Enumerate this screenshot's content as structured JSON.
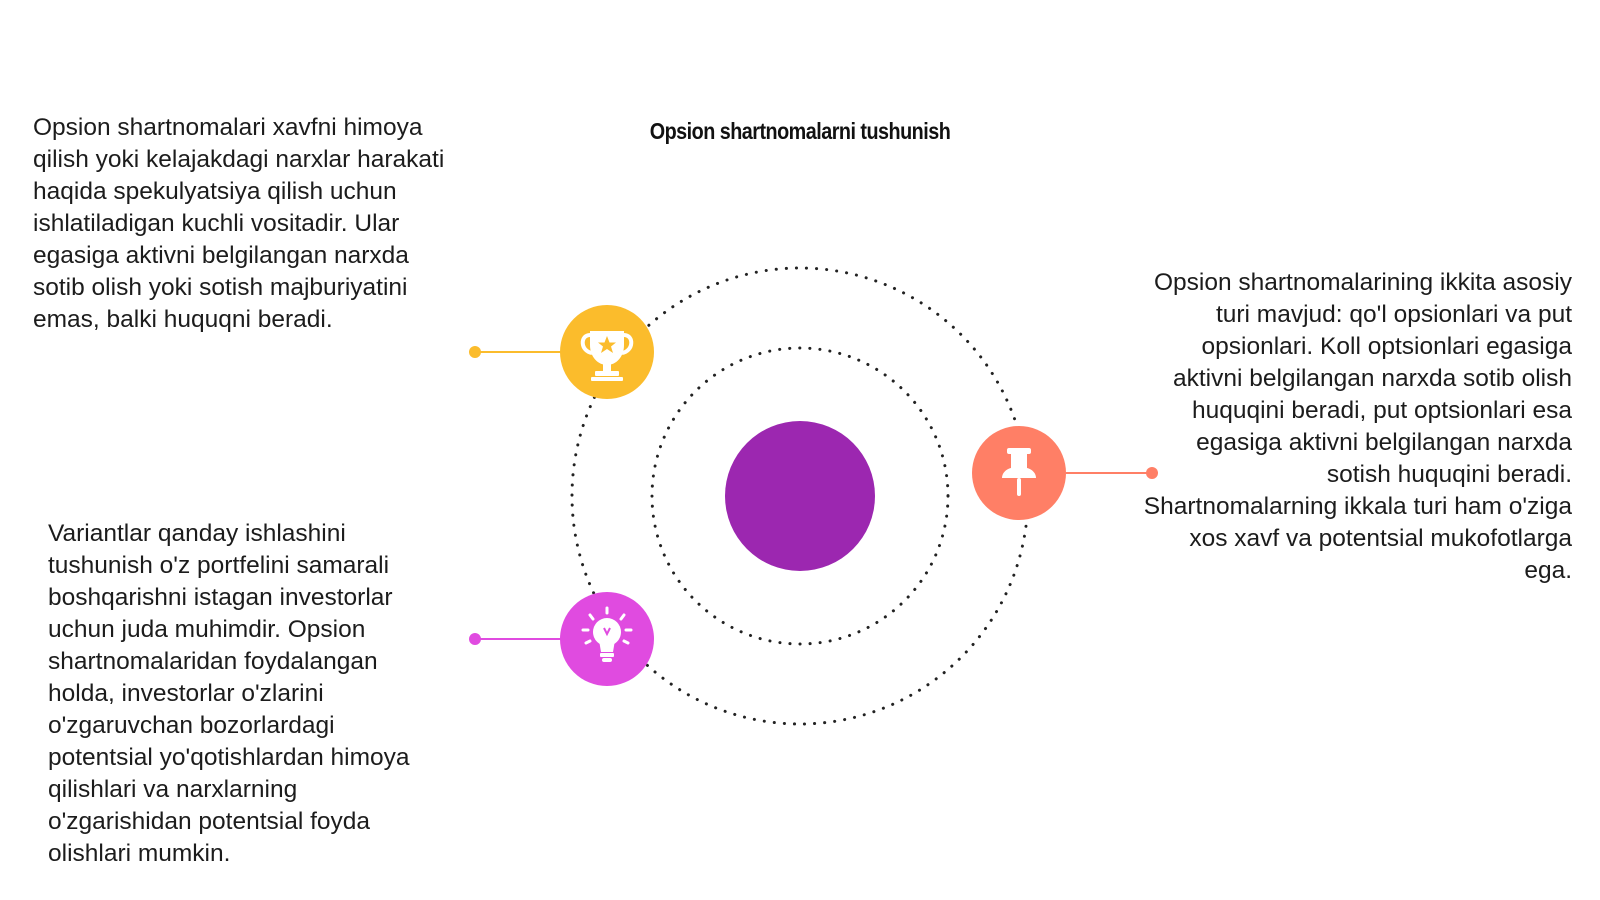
{
  "title": "Opsion shartnomalarni tushunish",
  "colors": {
    "center": "#9C27B0",
    "trophy_node": "#FBBC2C",
    "pin_node": "#FF7F66",
    "bulb_node": "#E04BE0",
    "ring": "#222222"
  },
  "items": [
    {
      "icon": "trophy-icon",
      "text": "Opsion shartnomalari xavfni himoya qilish yoki kelajakdagi narxlar harakati haqida spekulyatsiya qilish uchun ishlatiladigan kuchli vositadir. Ular egasiga aktivni belgilangan narxda sotib olish yoki sotish majburiyatini emas, balki huquqni beradi."
    },
    {
      "icon": "pushpin-icon",
      "text": "Opsion shartnomalarining ikkita asosiy turi mavjud: qo'l opsionlari va put opsionlari. Koll optsionlari egasiga aktivni belgilangan narxda sotib olish huquqini beradi, put optsionlari esa egasiga aktivni belgilangan narxda sotish huquqini beradi. Shartnomalarning ikkala turi ham o'ziga xos xavf va potentsial mukofotlarga ega."
    },
    {
      "icon": "lightbulb-icon",
      "text": "Variantlar qanday ishlashini tushunish o'z portfelini samarali boshqarishni istagan investorlar uchun juda muhimdir. Opsion shartnomalaridan foydalangan holda, investorlar o'zlarini o'zgaruvchan bozorlardagi potentsial yo'qotishlardan himoya qilishlari va narxlarning o'zgarishidan potentsial foyda olishlari mumkin."
    }
  ]
}
